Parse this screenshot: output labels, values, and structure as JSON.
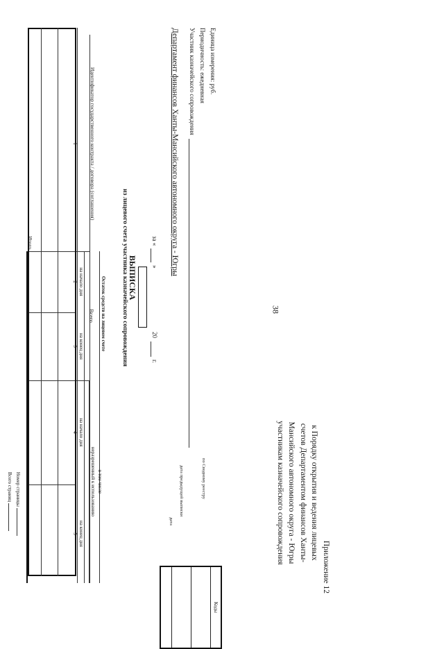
{
  "page_number": "38",
  "appendix": {
    "line1": "Приложение 12",
    "line2": "к Порядку открытия и ведения лицевых",
    "line3": "счетов Департаментом финансов Ханты-",
    "line4": "Мансийского автономного округа - Югры",
    "line5": "участникам казначейского сопровождения"
  },
  "title": {
    "main": "ВЫПИСКА",
    "sub": "из лицевого счета участника казначейского сопровождения"
  },
  "date_line": {
    "prefix": "за «",
    "mid": "»",
    "year": "20",
    "suffix": "г."
  },
  "organization": "Департамент финансов Ханты-Мансийского автономного округа - Югры",
  "fields": {
    "participant": "Участник казначейского сопровождения",
    "periodicity": "Периодичность: ежедневная",
    "unit": "Единица измерения: руб."
  },
  "codes": {
    "header": "Коды",
    "date_label": "дата",
    "prev_date_label": "дата предыдущей выписки",
    "registry_label": "по Сводному реестру"
  },
  "table": {
    "col_id_header": "Идентификатор государственного контракта / договора (соглашения)",
    "balance_header": "Остаток средств на лицевом счете",
    "total_header": "Всего",
    "inclusive_header": "в том числе",
    "unauthorized_header": "неразрешенный к использованию",
    "start_label": "на начало дня",
    "end_label": "на конец дня",
    "col_numbers": [
      "1",
      "2",
      "3",
      "4",
      "5"
    ],
    "total_row": "Итого"
  },
  "footer": {
    "page_number_label": "Номер страницы",
    "total_pages_label": "Всего страниц"
  }
}
